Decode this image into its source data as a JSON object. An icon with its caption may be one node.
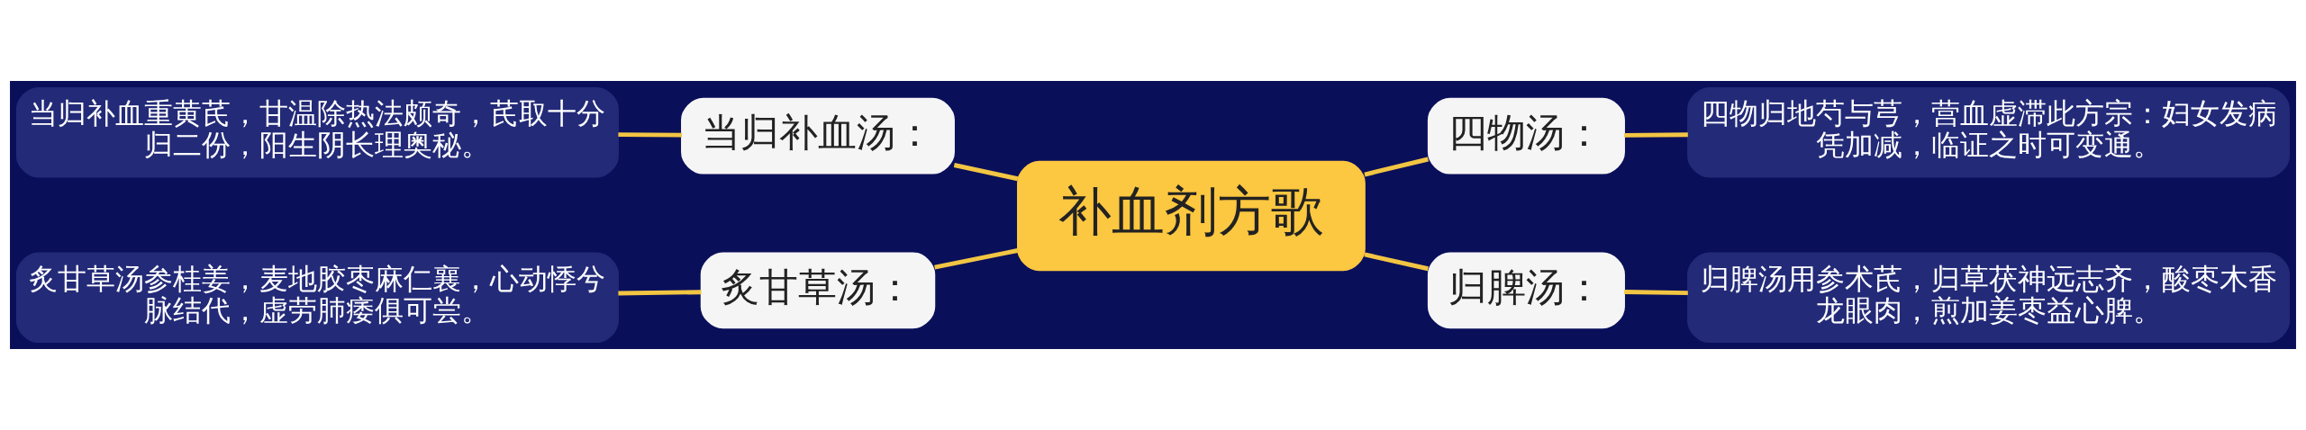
{
  "diagram": {
    "nodes": [
      {
        "text": [
          "补血剂方歌"
        ]
      },
      {
        "text": [
          "当归补血汤："
        ]
      },
      {
        "text": [
          "当归补血重黄芪，甘温除热法颇奇，芪取十分归二份，阳生阴长理奥秘。"
        ]
      },
      {
        "text": [
          "炙甘草汤："
        ]
      },
      {
        "text": [
          "炙甘草汤参桂姜，麦地胶枣麻仁襄，心动悸兮脉结代，虚劳肺痿俱可尝。"
        ]
      },
      {
        "text": [
          "四物汤："
        ]
      },
      {
        "text": [
          "四物归地芍与芎，营血虚滞此方宗：妇女发病凭加减，临证之时可变通。"
        ]
      },
      {
        "text": [
          "归脾汤："
        ]
      },
      {
        "text": [
          "归脾汤用参术芪，归草茯神远志齐，酸枣木香龙眼肉，煎加姜枣益心脾。"
        ]
      }
    ],
    "edges": [
      {
        "from": 0,
        "to": 1,
        "arrow": "none"
      },
      {
        "from": 1,
        "to": 2,
        "arrow": "none"
      },
      {
        "from": 0,
        "to": 3,
        "arrow": "none"
      },
      {
        "from": 3,
        "to": 4,
        "arrow": "none"
      },
      {
        "from": 0,
        "to": 5,
        "arrow": "none"
      },
      {
        "from": 5,
        "to": 6,
        "arrow": "none"
      },
      {
        "from": 0,
        "to": 7,
        "arrow": "none"
      },
      {
        "from": 7,
        "to": 8,
        "arrow": "none"
      }
    ]
  }
}
